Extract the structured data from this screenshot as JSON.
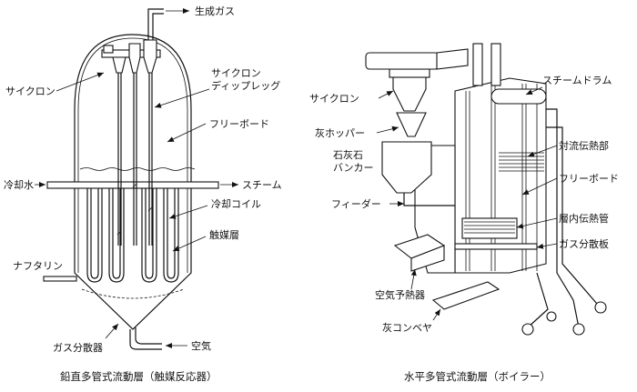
{
  "left_diagram": {
    "caption": "鉛直多管式流動層（触媒反応器）",
    "labels": {
      "product_gas": "生成ガス",
      "cyclone": "サイクロン",
      "cyclone_dipleg": "サイクロン\nディップレッグ",
      "freeboard": "フリーボード",
      "coolant_water": "冷却水",
      "steam": "スチーム",
      "cooling_coil": "冷却コイル",
      "catalyst_bed": "触媒層",
      "naphthalene": "ナフタリン",
      "air": "空気",
      "gas_distributor": "ガス分散器"
    }
  },
  "right_diagram": {
    "caption": "水平多管式流動層（ボイラー）",
    "labels": {
      "steam_drum": "スチームドラム",
      "cyclone": "サイクロン",
      "ash_hopper": "灰ホッパー",
      "limestone_bunker": "石灰石\nバンカー",
      "convection_section": "対流伝熱部",
      "freeboard": "フリーボード",
      "feeder": "フィーダー",
      "in_bed_tubes": "層内伝熱管",
      "gas_distributor_plate": "ガス分散板",
      "air_preheater": "空気予熱器",
      "ash_conveyor": "灰コンベヤ"
    }
  }
}
